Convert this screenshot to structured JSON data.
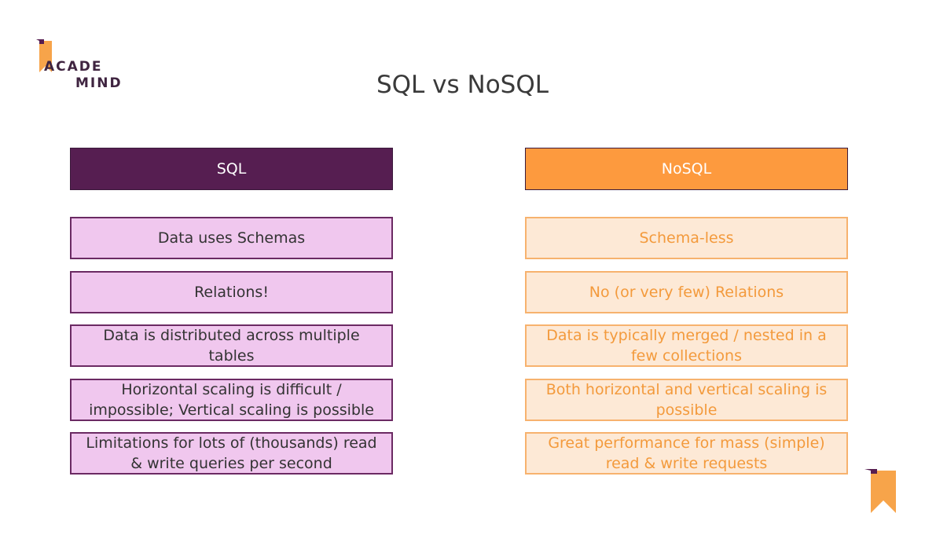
{
  "logo": {
    "line1": "ACADE",
    "line2": "MIND",
    "mark_icon": "bookmark-icon"
  },
  "title": "SQL vs NoSQL",
  "colors": {
    "sql_header": "#561e51",
    "sql_item_fill": "#f0c7ee",
    "nosql_header": "#fd9a3e",
    "nosql_item_fill": "#fde9d6",
    "nosql_text": "#f39a3c"
  },
  "sql": {
    "header": "SQL",
    "items": [
      "Data uses Schemas",
      "Relations!",
      "Data is distributed across multiple tables",
      "Horizontal scaling is difficult / impossible; Vertical scaling is possible",
      "Limitations for lots of (thousands) read & write queries per second"
    ]
  },
  "nosql": {
    "header": "NoSQL",
    "items": [
      "Schema-less",
      "No (or very few) Relations",
      "Data is typically merged / nested in a few collections",
      "Both horizontal and vertical scaling is possible",
      "Great performance for mass (simple) read & write requests"
    ]
  },
  "corner_icon": "bookmark-icon"
}
